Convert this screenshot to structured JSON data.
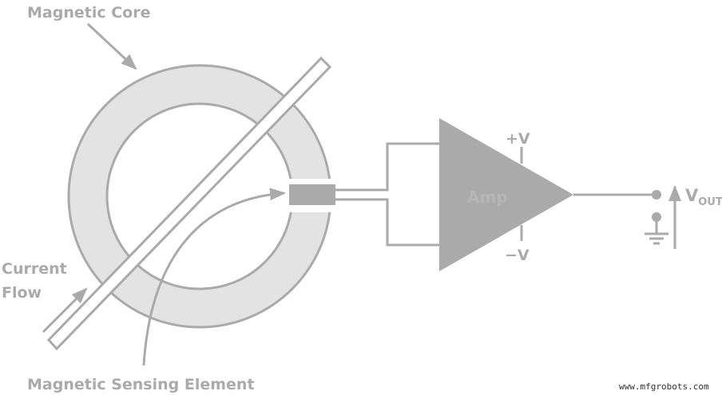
{
  "labels": {
    "magnetic_core": "Magnetic Core",
    "current_flow_line1": "Current",
    "current_flow_line2": "Flow",
    "sensing_element": "Magnetic Sensing Element",
    "amp": "Amp",
    "plus_v": "+V",
    "minus_v": "−V",
    "vout_main": "V",
    "vout_sub": "OUT"
  },
  "watermark": "www.mfgrobots.com",
  "colors": {
    "stroke": "#aaaaaa",
    "core_fill": "#e3e3e3",
    "amp_fill": "#aaaaaa",
    "amp_text": "#b6b6b6"
  }
}
